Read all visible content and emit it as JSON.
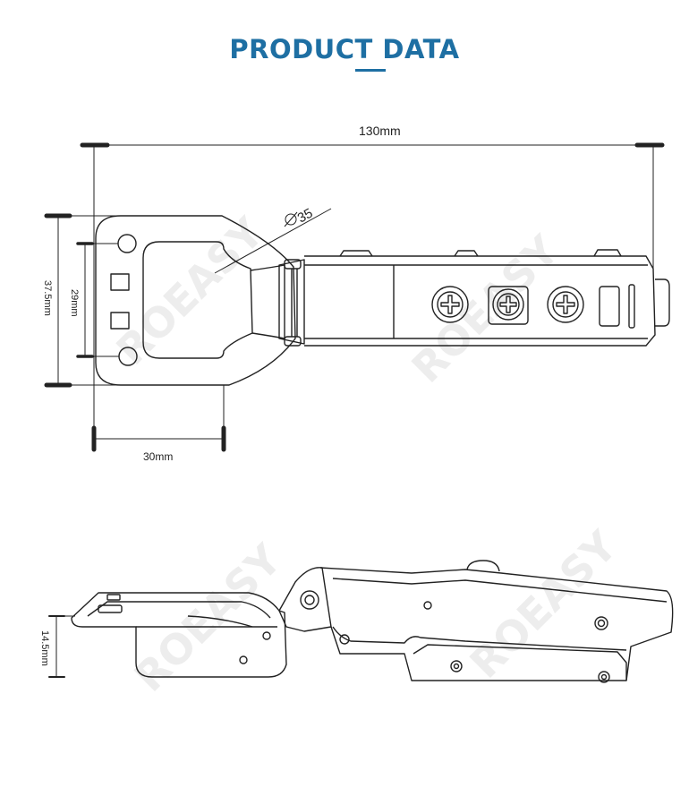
{
  "header": {
    "title": "PRODUCT DATA"
  },
  "watermark": {
    "text": "ROEASY"
  },
  "dimensions": {
    "overall_length": "130mm",
    "cup_diameter": "35",
    "cup_width": "30mm",
    "plate_height": "37.5mm",
    "hole_spacing": "29mm",
    "side_height": "14.5mm"
  },
  "colors": {
    "title": "#1e6fa3",
    "line": "#222222",
    "watermark": "#ededed"
  },
  "icons": {
    "diameter_symbol": "circle-slash"
  }
}
